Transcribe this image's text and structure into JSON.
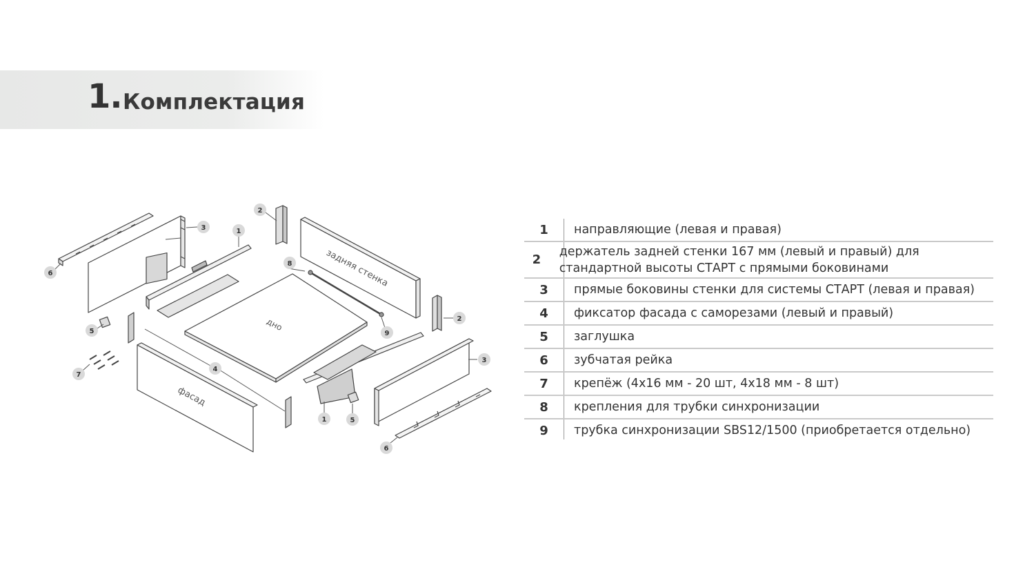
{
  "header": {
    "number": "1.",
    "title": "Комплектация"
  },
  "diagram": {
    "labels": {
      "front": "фасад",
      "bottom": "дно",
      "back": "задняя стенка"
    },
    "callouts": [
      "1",
      "2",
      "3",
      "4",
      "5",
      "6",
      "7",
      "8",
      "9"
    ]
  },
  "parts": [
    {
      "num": "1",
      "desc": "направляющие (левая и правая)"
    },
    {
      "num": "2",
      "desc": "держатель задней стенки 167 мм (левый и правый) для стандартной высоты СТАРТ с прямыми боковинами"
    },
    {
      "num": "3",
      "desc": "прямые боковины стенки для системы СТАРТ (левая и правая)"
    },
    {
      "num": "4",
      "desc": "фиксатор фасада с саморезами (левый и правый)"
    },
    {
      "num": "5",
      "desc": "заглушка"
    },
    {
      "num": "6",
      "desc": "зубчатая рейка"
    },
    {
      "num": "7",
      "desc": "крепёж (4х16 мм - 20 шт, 4х18 мм - 8 шт)"
    },
    {
      "num": "8",
      "desc": "крепления для трубки синхронизации"
    },
    {
      "num": "9",
      "desc": "трубка синхронизации SBS12/1500 (приобретается отдельно)"
    }
  ]
}
